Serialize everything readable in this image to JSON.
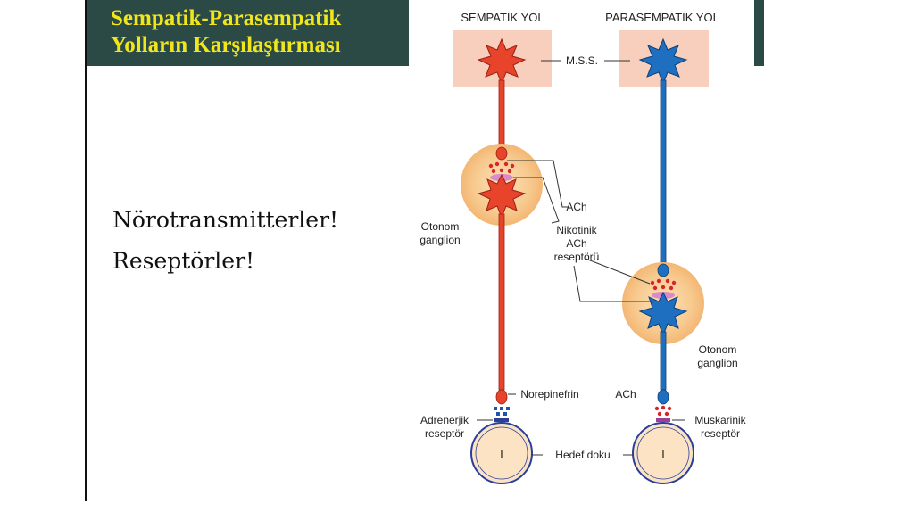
{
  "slide": {
    "title_line1": "Sempatik-Parasempatik",
    "title_line2": "Yolların Karşılaştırması",
    "bullet1": "Nörotransmitterler!",
    "bullet2": "Reseptörler!"
  },
  "diagram": {
    "headers": {
      "sympathetic": "SEMPATİK YOL",
      "parasympathetic": "PARASEMPATİK YOL"
    },
    "mss": "M.S.S.",
    "ganglion_left": [
      "Otonom",
      "ganglion"
    ],
    "ganglion_right": [
      "Otonom",
      "ganglion"
    ],
    "ach_top": "ACh",
    "nicotinic": [
      "Nikotinik",
      "ACh",
      "reseptörü"
    ],
    "norepinephrine": "Norepinefrin",
    "adrenergic": [
      "Adrenerjik",
      "reseptör"
    ],
    "ach_bottom": "ACh",
    "muscarinic": [
      "Muskarinik",
      "reseptör"
    ],
    "target": "Hedef doku",
    "target_letter_left": "T",
    "target_letter_right": "T",
    "colors": {
      "sympathetic": "#e8432b",
      "parasympathetic": "#1f6fc0",
      "cns_box": "#f8cfbd",
      "ganglion_glow": "#f7c98e",
      "target_fill": "#fbe3c4",
      "title_bar": "#2c4a45",
      "title_text": "#f0e61c"
    }
  }
}
